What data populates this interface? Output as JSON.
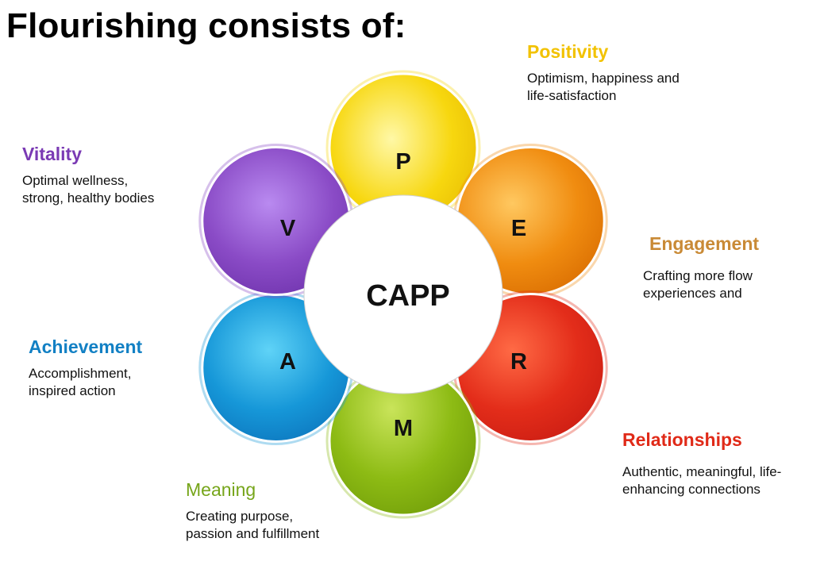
{
  "title": "Flourishing consists of:",
  "center_label": "CAPP",
  "petals": [
    {
      "letter": "P",
      "name": "Positivity",
      "desc": "Optimism, happiness and\nlife-satisfaction",
      "color": "#f7d70f",
      "light": "#fff8a6",
      "dark": "#e3b600",
      "text_color": "#f2c200"
    },
    {
      "letter": "E",
      "name": "Engagement",
      "desc": "Crafting more flow\nexperiences and",
      "color": "#f08c10",
      "light": "#ffc860",
      "dark": "#d76a00",
      "text_color": "#c98a36"
    },
    {
      "letter": "R",
      "name": "Relationships",
      "desc": "Authentic, meaningful, life-\nenhancing connections",
      "color": "#e32d1a",
      "light": "#ff6a45",
      "dark": "#c81b12",
      "text_color": "#e02a18"
    },
    {
      "letter": "M",
      "name": "Meaning",
      "desc": "Creating purpose,\npassion and fulfillment",
      "color": "#8dbb14",
      "light": "#c9e45a",
      "dark": "#6e9a08",
      "text_color": "#76a51a"
    },
    {
      "letter": "A",
      "name": "Achievement",
      "desc": "Accomplishment,\ninspired action",
      "color": "#1697d8",
      "light": "#5fd3f7",
      "dark": "#0b6fb8",
      "text_color": "#1280c4"
    },
    {
      "letter": "V",
      "name": "Vitality",
      "desc": "Optimal wellness,\nstrong, healthy bodies",
      "color": "#8a4bc6",
      "light": "#b98af0",
      "dark": "#6a2fa8",
      "text_color": "#7a3ab4"
    }
  ]
}
